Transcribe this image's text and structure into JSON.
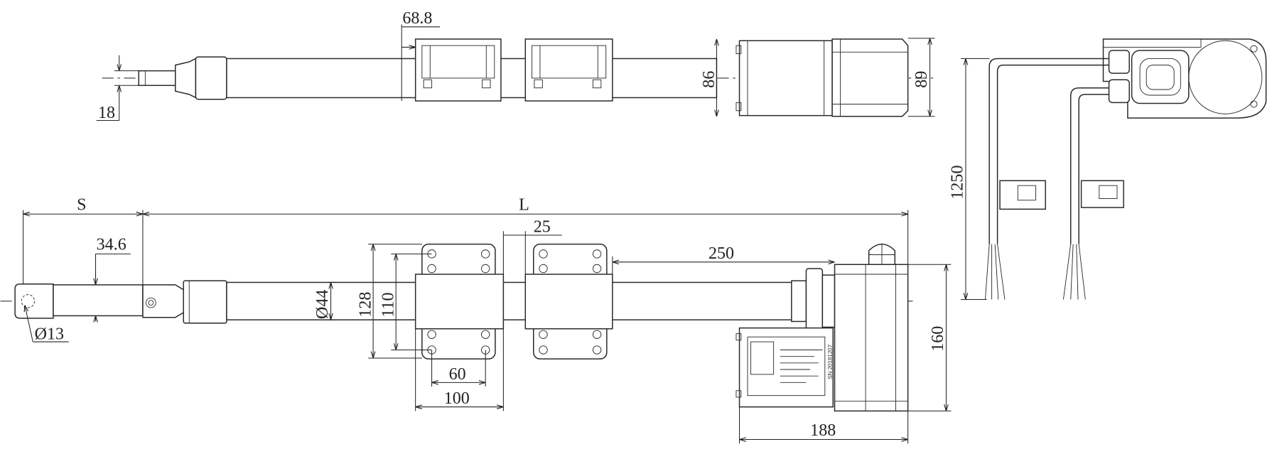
{
  "title": "Linear actuator dimensional drawing",
  "dimensions": {
    "top_bracket_offset": "68.8",
    "motor_height": "86",
    "gearbox_height": "89",
    "rod_width": "18",
    "stroke": "S",
    "length": "L",
    "bracket_gap": "25",
    "eye_offset": "34.6",
    "motor_length": "250",
    "tube_diameter": "Ø44",
    "bracket_height_outer": "128",
    "bracket_height_inner": "110",
    "eye_hole": "Ø13",
    "bracket_hole_spacing": "60",
    "bracket_width": "100",
    "motor_total_height": "160",
    "motor_total_length": "188",
    "cable_length": "1250"
  },
  "serial_label": "SN 20181207"
}
